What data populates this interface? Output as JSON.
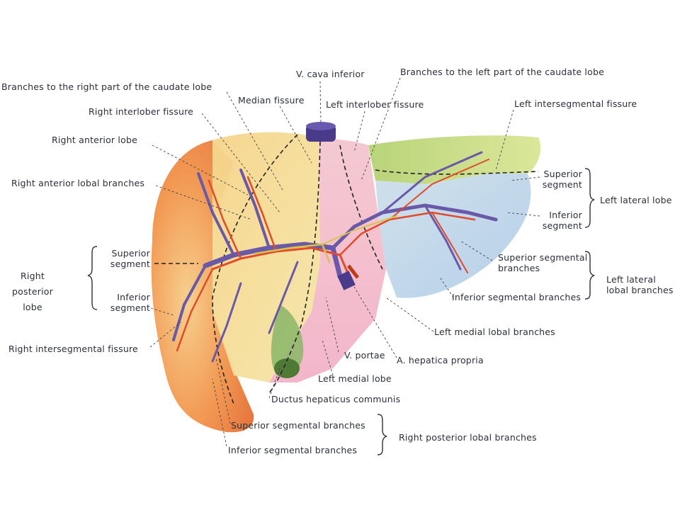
{
  "labels": {
    "v_cava_inferior": "V. cava inferior",
    "branches_left_caudate": "Branches to the left part of the caudate lobe",
    "branches_right_caudate": "Branches to the right part of the caudate lobe",
    "median_fissure": "Median fissure",
    "left_interlober_fissure": "Left interlober fissure",
    "left_intersegmental_fissure": "Left intersegmental fissure",
    "right_interlober_fissure": "Right interlober fissure",
    "right_anterior_lobe": "Right anterior lobe",
    "right_anterior_lobal_branches": "Right anterior lobal branches",
    "superior_segment_left": "Superior segment",
    "inferior_segment_left": "Inferior segment",
    "left_lateral_lobe": "Left lateral lobe",
    "superior_segment_right": "Superior segment",
    "inferior_segment_right": "Inferior segment",
    "right_posterior_lobe": "Right posterior lobe",
    "superior_segmental_branches_left": "Superior segmental branches",
    "inferior_segmental_branches_left": "Inferior segmental branches",
    "left_lateral_lobal_branches": "Left lateral lobal branches",
    "left_medial_lobal_branches": "Left medial lobal branches",
    "right_intersegmental_fissure": "Right intersegmental fissure",
    "v_portae": "V. portae",
    "a_hepatica_propria": "A. hepatica propria",
    "left_medial_lobe": "Left medial lobe",
    "ductus_hepaticus_communis": "Ductus hepaticus communis",
    "superior_segmental_branches_bottom": "Superior segmental branches",
    "inferior_segmental_branches_bottom": "Inferior segmental branches",
    "right_posterior_lobal_branches": "Right posterior lobal branches"
  },
  "colors": {
    "right_lobe": "#f08a4a",
    "right_anterior": "#f6c27a",
    "left_medial": "#f3b4c4",
    "left_lateral_superior": "#c9de7a",
    "left_lateral_inferior": "#c3d9ee",
    "gallbladder": "#7aa85a",
    "vein": "#6a58a8",
    "artery": "#e24a2a",
    "duct": "#d8c24a",
    "ivc": "#4a3a8a"
  }
}
